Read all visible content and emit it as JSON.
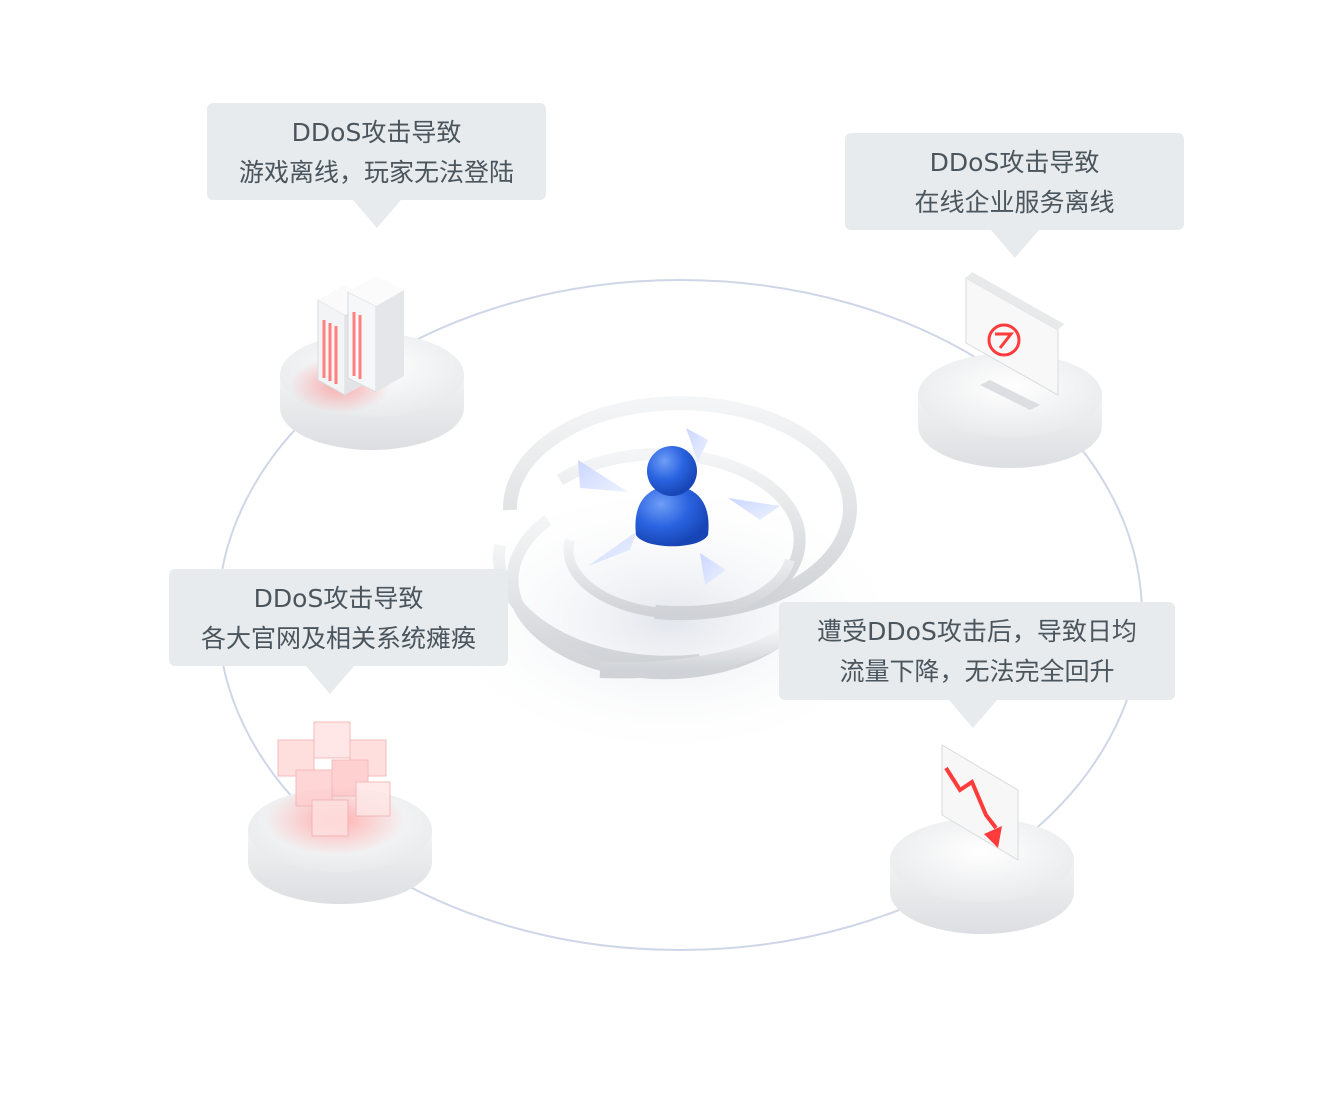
{
  "callouts": {
    "game": {
      "line1": "DDoS攻击导致",
      "line2": "游戏离线，玩家无法登陆"
    },
    "enterprise": {
      "line1": "DDoS攻击导致",
      "line2": "在线企业服务离线"
    },
    "websites": {
      "line1": "DDoS攻击导致",
      "line2": "各大官网及相关系统瘫痪"
    },
    "traffic": {
      "line1": "遭受DDoS攻击后，导致日均",
      "line2": "流量下降，无法完全回升"
    }
  },
  "icons": {
    "center": "user-target-icon",
    "game": "server-icon",
    "enterprise": "monitor-error-icon",
    "websites": "cube-cluster-icon",
    "traffic": "chart-decline-icon"
  },
  "colors": {
    "accent": "#2f6ee3",
    "alert": "#ff3b3b",
    "callout_bg": "#e8ebed",
    "callout_text": "#4a555d",
    "orbit": "#cfd6e8"
  }
}
